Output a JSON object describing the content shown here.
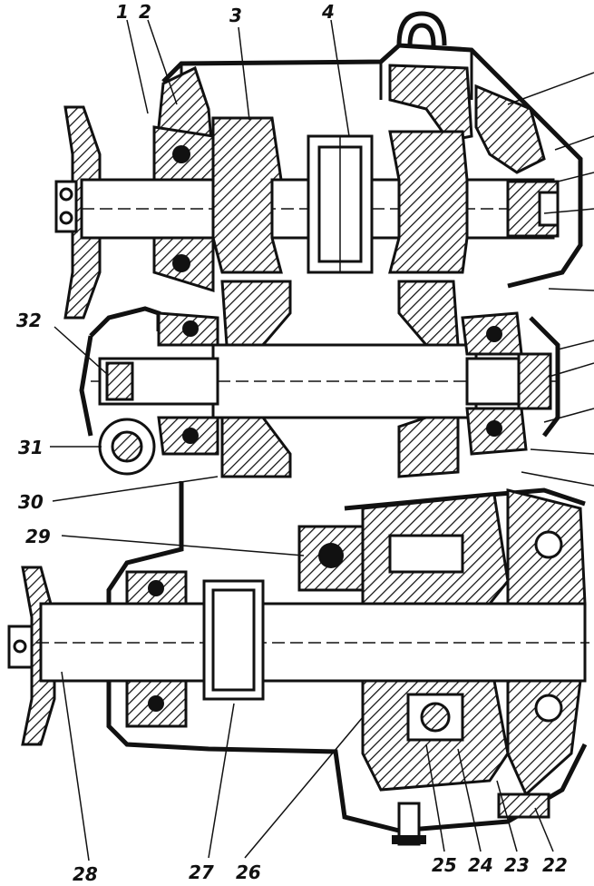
{
  "labels": {
    "l1": "1",
    "l2": "2",
    "l3": "3",
    "l4": "4",
    "l32": "32",
    "l31": "31",
    "l30": "30",
    "l29": "29",
    "l28": "28",
    "l27": "27",
    "l26": "26",
    "l25": "25",
    "l24": "24",
    "l23": "23",
    "l22": "22"
  }
}
